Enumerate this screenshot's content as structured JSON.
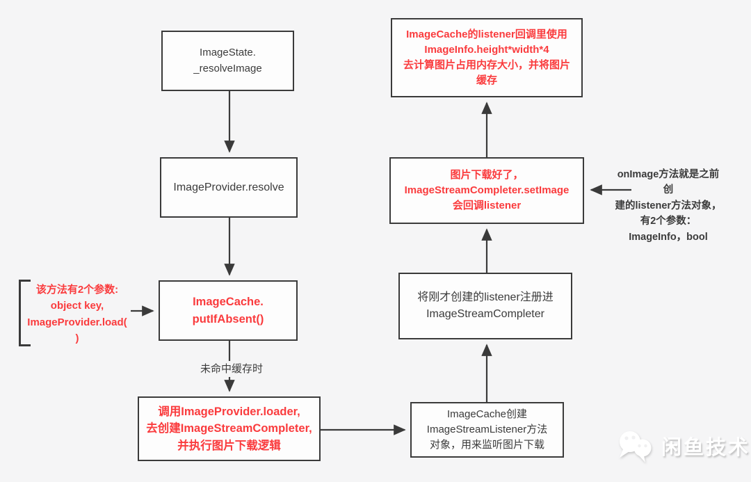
{
  "colors": {
    "background": "#f5f5f6",
    "box_fill": "#fdfdfd",
    "box_border": "#3a3a3a",
    "text_dark": "#3b3b3b",
    "text_red": "#fa3b3d",
    "arrow": "#3a3a3a",
    "watermark_text": "#ffffff"
  },
  "nodes": {
    "image_state": {
      "lines": [
        "ImageState.",
        "_resolveImage"
      ]
    },
    "provider_resolve": {
      "lines": [
        "ImageProvider.resolve"
      ]
    },
    "cache_put_if_absent": {
      "lines": [
        "ImageCache.",
        "putIfAbsent()"
      ]
    },
    "call_loader": {
      "lines": [
        "调用ImageProvider.loader,",
        "去创建ImageStreamCompleter,",
        "并执行图片下载逻辑"
      ]
    },
    "create_listener": {
      "lines": [
        "ImageCache创建",
        "ImageStreamListener方法",
        "对象，用来监听图片下载"
      ]
    },
    "register_listener": {
      "lines": [
        "将刚才创建的listener注册进",
        "ImageStreamCompleter"
      ]
    },
    "set_image_callback": {
      "lines": [
        "图片下载好了，",
        "ImageStreamCompleter.setImage",
        "会回调listener"
      ]
    },
    "cache_memory_calc": {
      "lines": [
        "ImageCache的listener回调里使用",
        "ImageInfo.height*width*4",
        "去计算图片占用内存大小，并将图片",
        "缓存"
      ]
    }
  },
  "annotations": {
    "left_note": {
      "lines": [
        "该方法有2个参数:",
        "object key,",
        "ImageProvider.load(",
        ")"
      ]
    },
    "right_note": {
      "lines": [
        "onImage方法就是之前创",
        "建的listener方法对象，",
        "有2个参数：",
        "ImageInfo，bool"
      ]
    },
    "edge_label": "未命中缓存时"
  },
  "watermark": {
    "text": "闲鱼技术",
    "icon": "chat-bubbles-icon"
  }
}
